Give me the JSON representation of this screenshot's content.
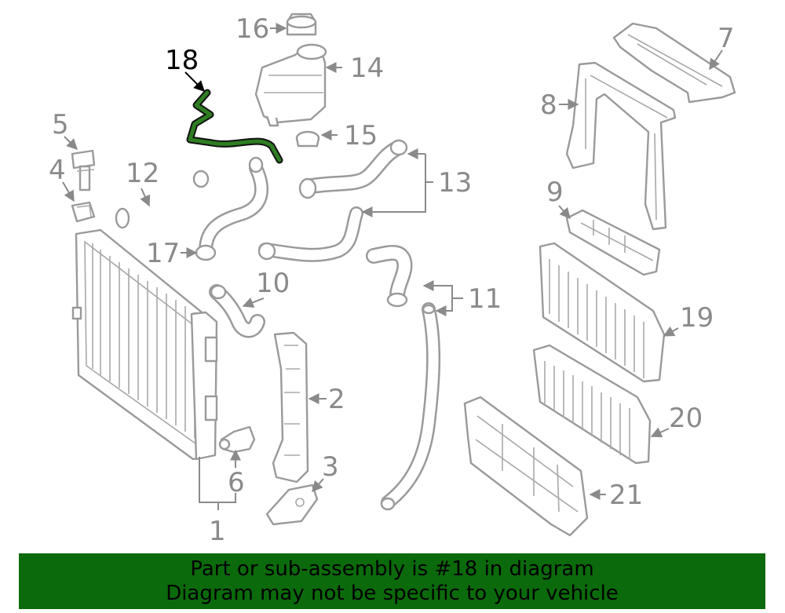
{
  "labels": {
    "p1": "1",
    "p2": "2",
    "p3": "3",
    "p4": "4",
    "p5": "5",
    "p6": "6",
    "p7": "7",
    "p8": "8",
    "p9": "9",
    "p10": "10",
    "p11": "11",
    "p12": "12",
    "p13": "13",
    "p14": "14",
    "p15": "15",
    "p16": "16",
    "p17": "17",
    "p18": "18",
    "p19": "19",
    "p20": "20",
    "p21": "21"
  },
  "highlighted_part": "18",
  "colors": {
    "highlight_hose": "#2e7d22",
    "banner_background": "#0b6a0b",
    "part_lines": "#9a9a9a"
  },
  "banner": {
    "line1": "Part or sub-assembly is #18 in diagram",
    "line2": "Diagram may not be specific to your vehicle"
  }
}
